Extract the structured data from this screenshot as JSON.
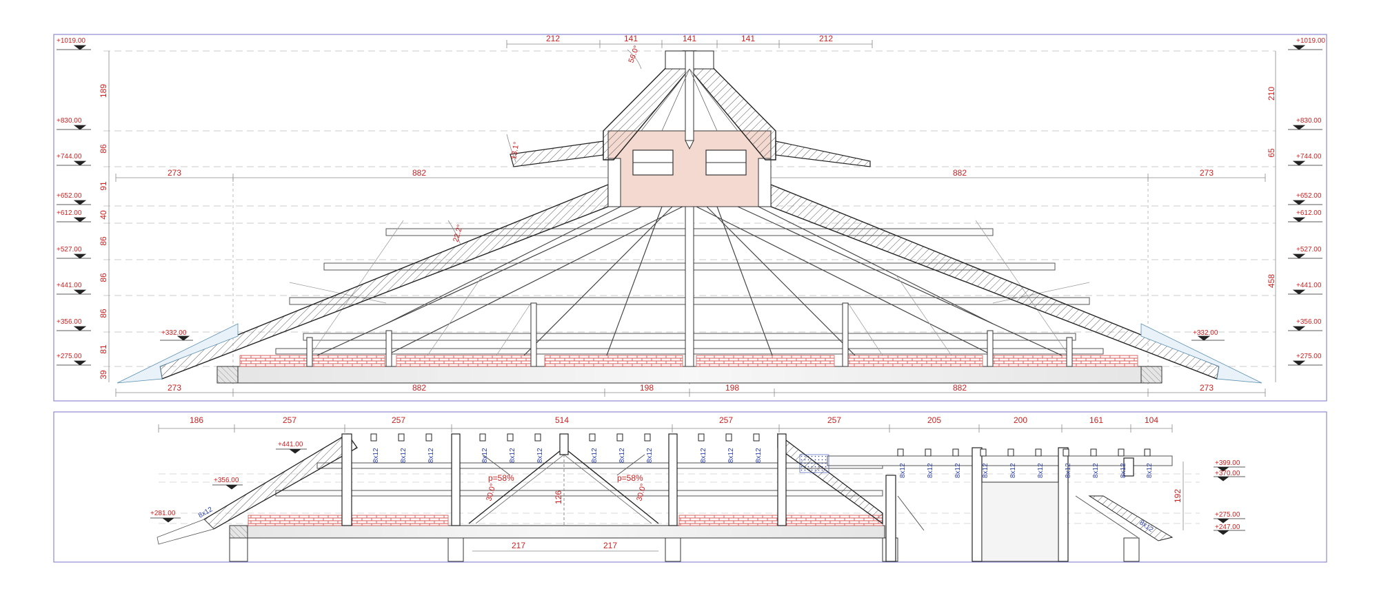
{
  "colors": {
    "frame": "#8a8ad0",
    "dim_text": "#cc1f1f",
    "beam_text": "#2a3fb0",
    "line": "#222222",
    "brick": "#d9534f",
    "dormer_fill": "#f3d9cf"
  },
  "elevation": {
    "levels_left": [
      "+1019.00",
      "+830.00",
      "+744.00",
      "+652.00",
      "+612.00",
      "+527.00",
      "+441.00",
      "+356.00",
      "+275.00"
    ],
    "levels_right": [
      "+1019.00",
      "+830.00",
      "+744.00",
      "+652.00",
      "+612.00",
      "+527.00",
      "+441.00",
      "+356.00",
      "+275.00"
    ],
    "eave_level_left": "+332.00",
    "eave_level_right": "+332.00",
    "vertical_dims_left": [
      "189",
      "86",
      "91",
      "40",
      "86",
      "86",
      "86",
      "81",
      "39"
    ],
    "vertical_dims_right": [
      "210",
      "65",
      "458"
    ],
    "top_dims": [
      "212",
      "141",
      "141",
      "141",
      "212"
    ],
    "mid_dims": [
      "273",
      "882",
      "882",
      "273"
    ],
    "bottom_dims": [
      "273",
      "882",
      "198",
      "198",
      "882",
      "273"
    ],
    "angles": [
      "56.0°",
      "13.1°",
      "22.2°"
    ]
  },
  "section": {
    "top_dims": [
      "186",
      "257",
      "257",
      "514",
      "257",
      "257",
      "205",
      "200",
      "161",
      "104"
    ],
    "levels_left": [
      "+441.00",
      "+356.00",
      "+281.00"
    ],
    "levels_right": [
      "+399.00",
      "+370.00",
      "+275.00",
      "+247.00"
    ],
    "beam_label": "8x12",
    "pitch_left": "p=58%",
    "pitch_right": "p=58%",
    "angle_left": "30.0°",
    "angle_right": "30.0°",
    "ridge_height": "126",
    "bottom_dims": [
      "217",
      "217"
    ],
    "right_height": "192"
  }
}
